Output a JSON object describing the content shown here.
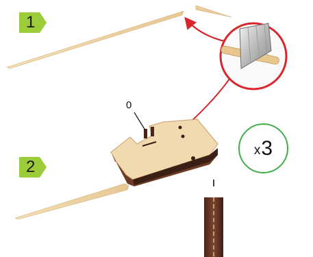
{
  "steps": [
    {
      "number": "1"
    },
    {
      "number": "2"
    }
  ],
  "quantity": {
    "prefix": "x",
    "value": "3"
  },
  "callout_label": "0",
  "icons": [
    "blade-cutter-icon",
    "curved-arrow-icon"
  ],
  "colors": {
    "step_badge": "#9ccc3a",
    "quantity_ring": "#3fae49",
    "arrow": "#d8262c",
    "wood_light": "#f1d9b0",
    "wood_dark": "#6b3b26"
  }
}
